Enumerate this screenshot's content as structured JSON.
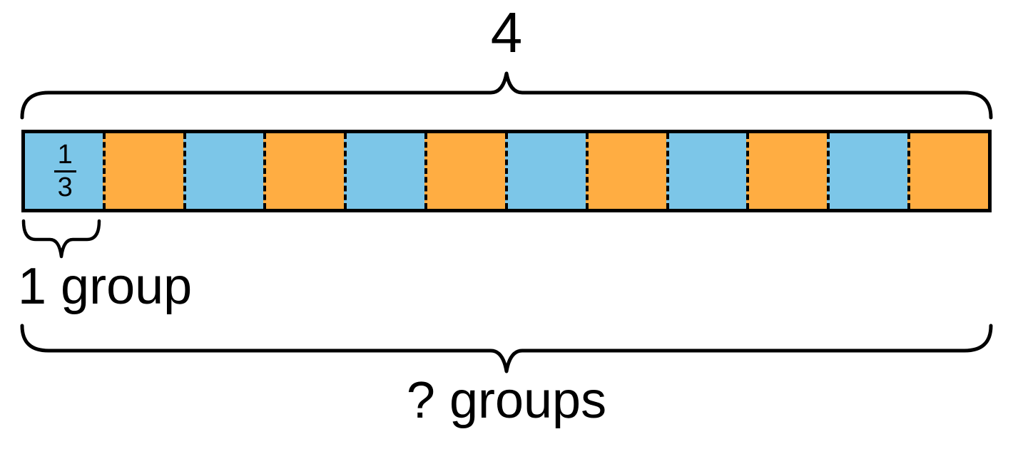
{
  "diagram": {
    "total_label": "4",
    "unit_fraction": {
      "numerator": "1",
      "denominator": "3"
    },
    "one_group_label": "1 group",
    "question_label": "? groups",
    "colors": {
      "blue": "#7cc6e8",
      "orange": "#ffad42",
      "outline": "#000000"
    },
    "cells": [
      "blue",
      "orange",
      "blue",
      "orange",
      "blue",
      "orange",
      "blue",
      "orange",
      "blue",
      "orange",
      "blue",
      "orange"
    ]
  }
}
